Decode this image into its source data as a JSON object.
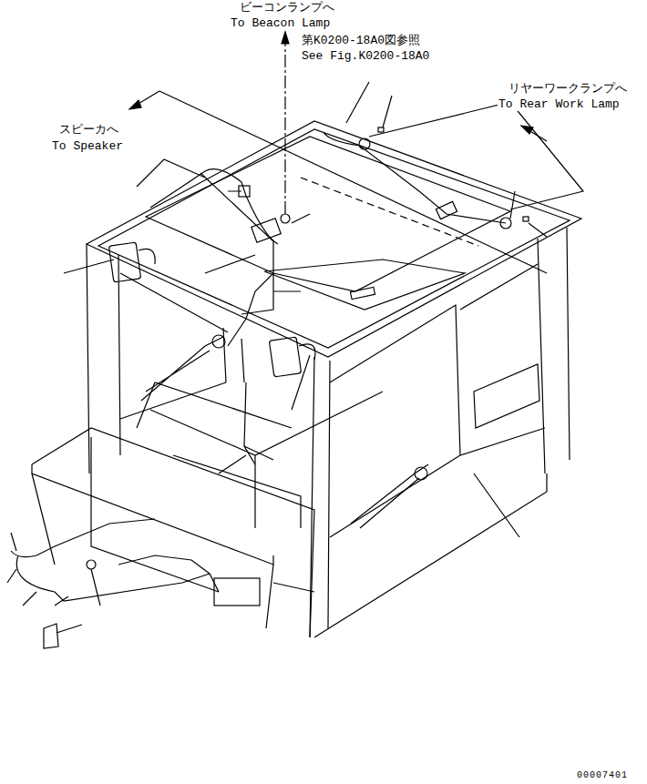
{
  "diagram": {
    "labels": [
      "ビーコンランプへ",
      "To Beacon Lamp",
      "第K0200-18A0図参照",
      "See Fig.K0200-18A0",
      "リヤーワークランプへ",
      "To Rear Work Lamp",
      "スピーカへ",
      "To Speaker",
      "00007401"
    ]
  }
}
